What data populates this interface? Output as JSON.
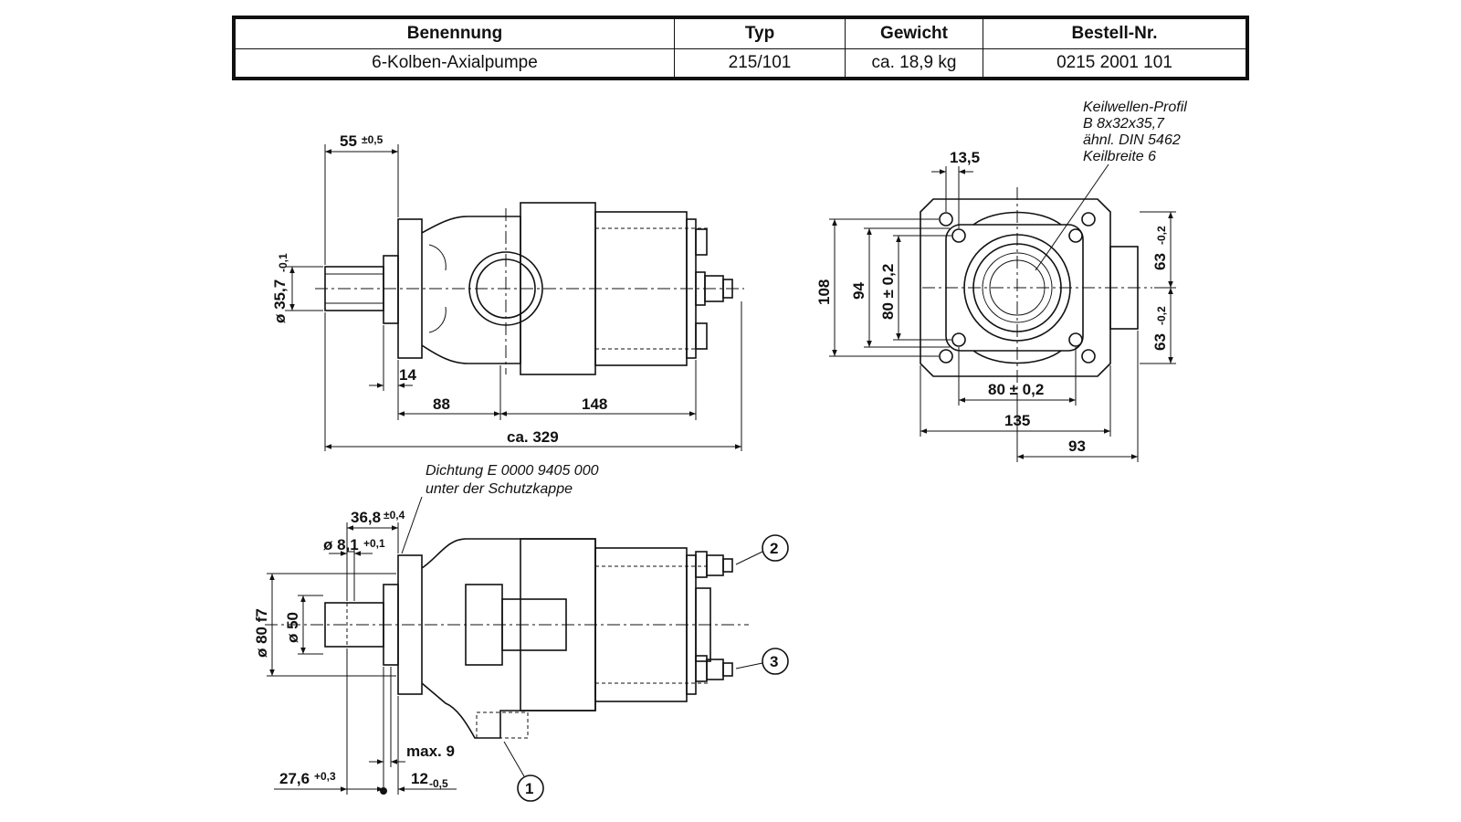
{
  "table": {
    "headers": [
      "Benennung",
      "Typ",
      "Gewicht",
      "Bestell-Nr."
    ],
    "rows": [
      [
        "6-Kolben-Axialpumpe",
        "215/101",
        "ca. 18,9 kg",
        "0215 2001 101"
      ]
    ]
  },
  "side_view": {
    "dim_55": "55",
    "dim_55_tol": "±0,5",
    "dim_dia_357": "ø 35,7",
    "dim_dia_357_tol": "-0,1",
    "dim_14": "14",
    "dim_88": "88",
    "dim_148": "148",
    "dim_329": "ca. 329"
  },
  "front_view": {
    "note_lines": [
      "Keilwellen-Profil",
      "B 8x32x35,7",
      "ähnl. DIN 5462",
      "Keilbreite 6"
    ],
    "dim_135_top": "13,5",
    "dim_108": "108",
    "dim_94": "94",
    "dim_80v": "80 ± 0,2",
    "dim_80h": "80 ± 0,2",
    "dim_63a": "63",
    "dim_63a_tol": "-0,2",
    "dim_63b": "63",
    "dim_63b_tol": "-0,2",
    "dim_135": "135",
    "dim_93": "93"
  },
  "bottom_view": {
    "note_lines": [
      "Dichtung E 0000 9405 000",
      "unter der Schutzkappe"
    ],
    "dim_368": "36,8",
    "dim_368_tol": "±0,4",
    "dim_81": "ø 8,1",
    "dim_81_tol": "+0,1",
    "dim_dia80": "ø 80 f7",
    "dim_dia50": "ø 50",
    "dim_max9": "max. 9",
    "dim_276": "27,6",
    "dim_276_tol": "+0,3",
    "dim_12": "12",
    "dim_12_tol": "-0,5",
    "callouts": [
      "1",
      "2",
      "3"
    ]
  }
}
